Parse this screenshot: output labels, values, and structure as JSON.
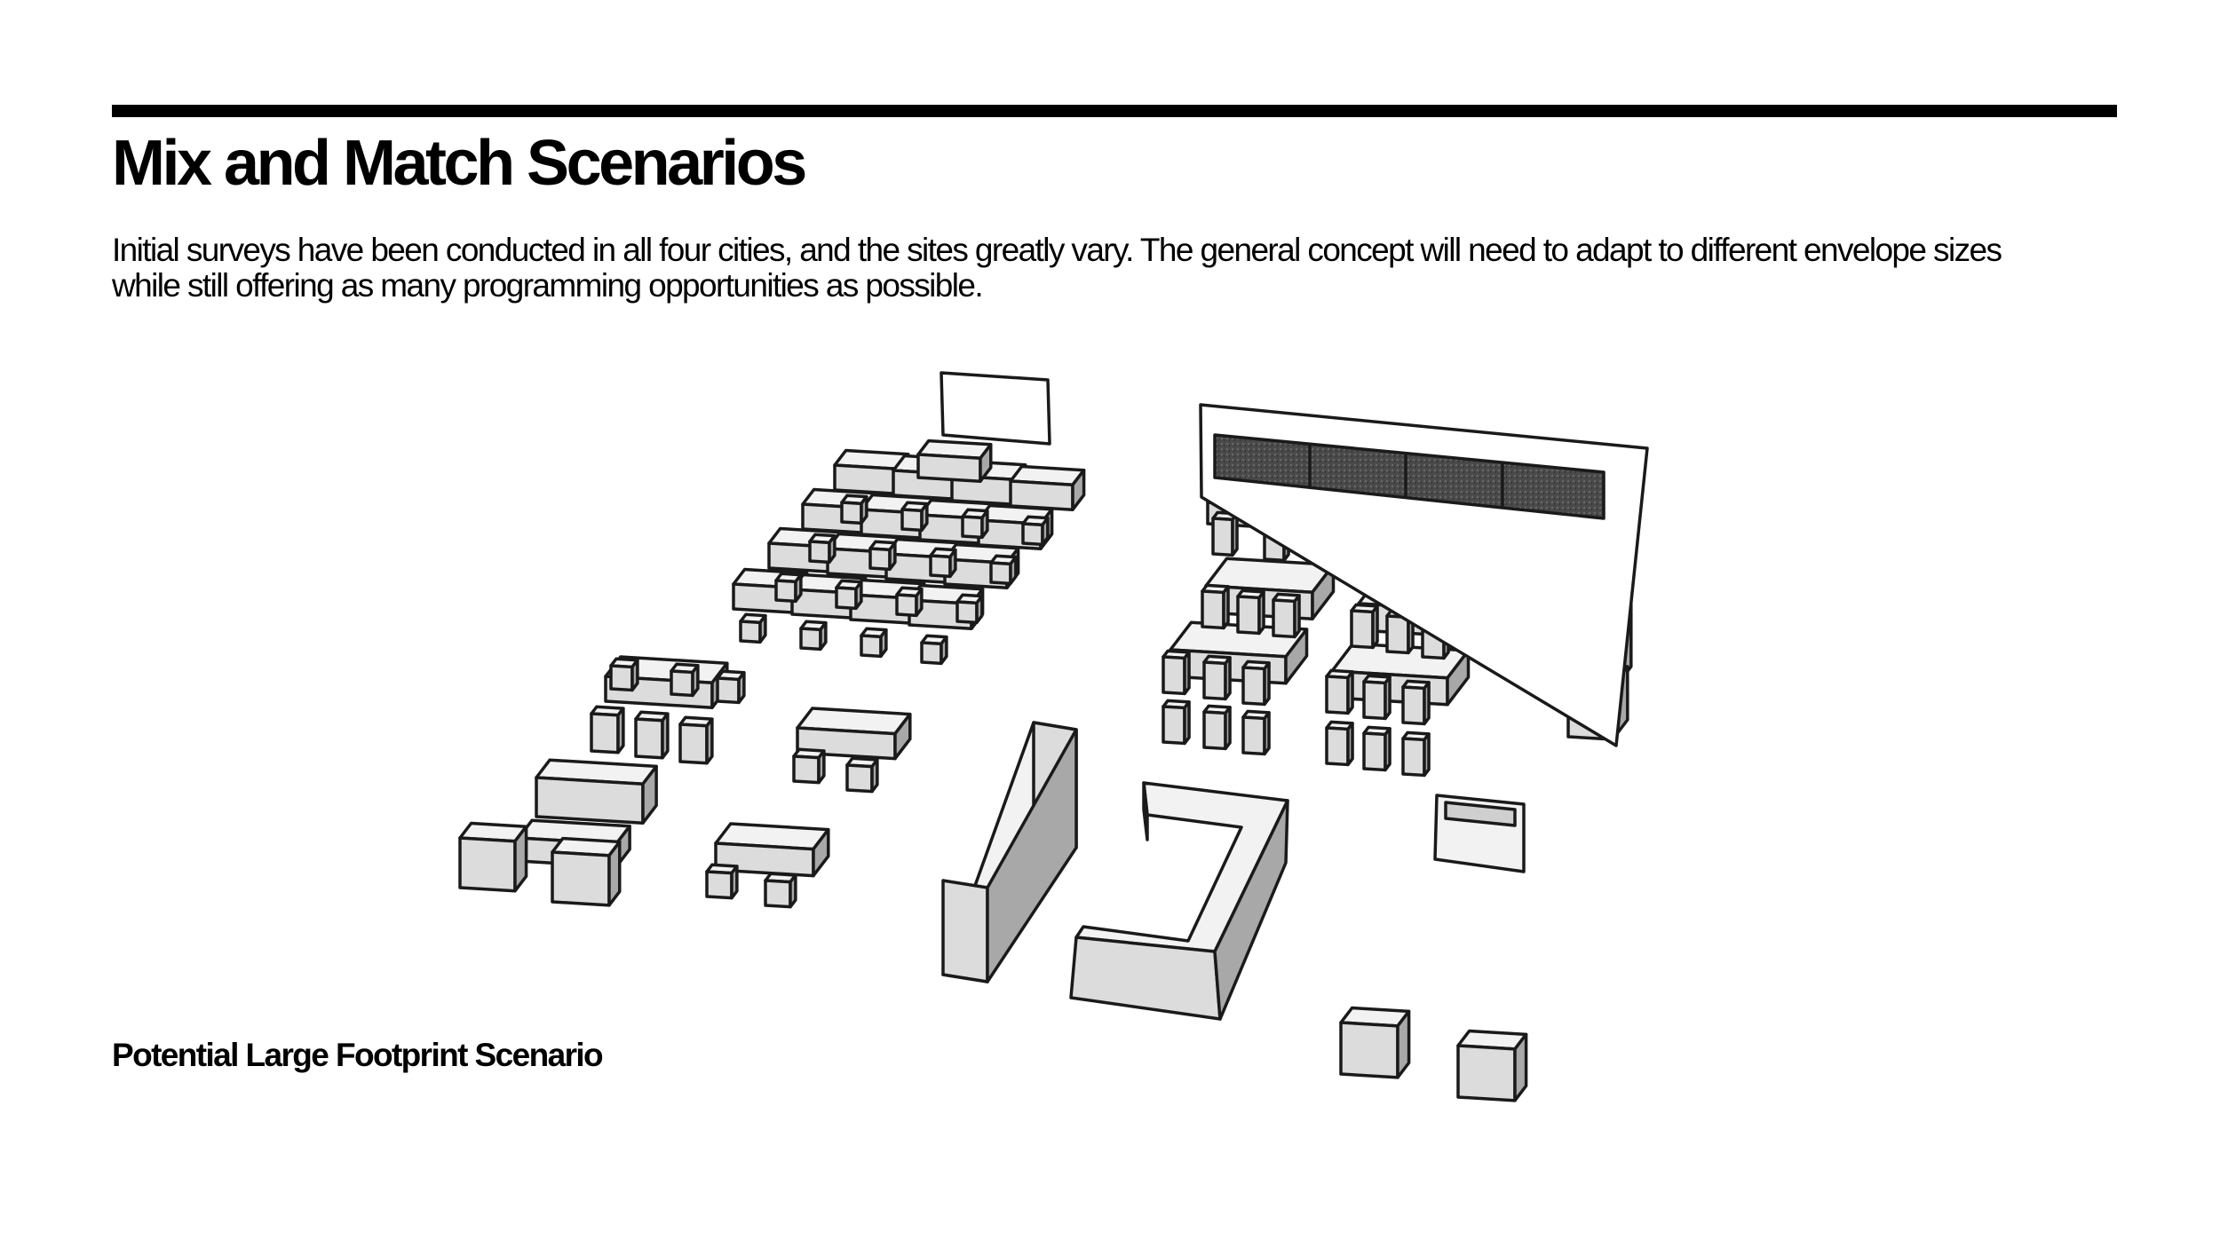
{
  "header": {
    "title": "Mix and Match Scenarios",
    "body": "Initial surveys have been conducted in all four cities, and the sites greatly vary. The general concept will need to adapt to different envelope sizes while still offering as many programming opportunities as possible."
  },
  "figure": {
    "caption": "Potential Large Footprint Scenario"
  },
  "colors": {
    "text": "#000000",
    "rule": "#000000",
    "furniture_top": "#f2f2f2",
    "furniture_front": "#dcdcdc",
    "furniture_side": "#a8a8a8",
    "screen": "#4a4a4a"
  }
}
